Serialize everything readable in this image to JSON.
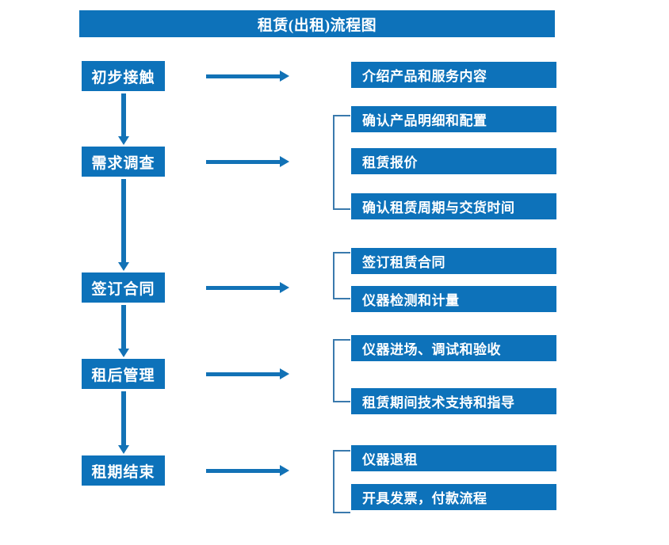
{
  "diagram": {
    "title": "租赁(出租)流程图",
    "colors": {
      "box_blue": "#0d72ba",
      "arrow_blue": "#1272b6",
      "bracket_blue": "#3a7aad",
      "text_white": "#ffffff",
      "background": "#ffffff"
    },
    "stages": [
      {
        "label": "初步接触"
      },
      {
        "label": "需求调查"
      },
      {
        "label": "签订合同"
      },
      {
        "label": "租后管理"
      },
      {
        "label": "租期结束"
      }
    ],
    "details": [
      {
        "label": "介绍产品和服务内容"
      },
      {
        "label": "确认产品明细和配置"
      },
      {
        "label": "租赁报价"
      },
      {
        "label": "确认租赁周期与交货时间"
      },
      {
        "label": "签订租赁合同"
      },
      {
        "label": "仪器检测和计量"
      },
      {
        "label": "仪器进场、调试和验收"
      },
      {
        "label": "租赁期间技术支持和指导"
      },
      {
        "label": "仪器退租"
      },
      {
        "label": "开具发票，付款流程"
      }
    ]
  }
}
